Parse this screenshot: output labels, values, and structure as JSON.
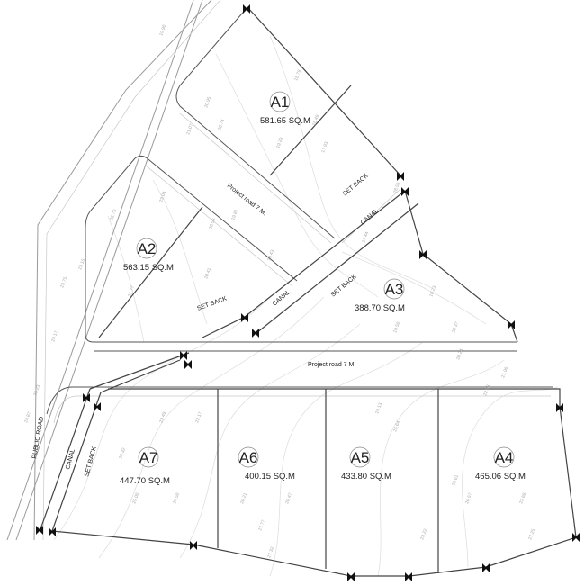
{
  "plots": [
    {
      "id": "A1",
      "area": "581.65 SQ.M"
    },
    {
      "id": "A2",
      "area": "563.15 SQ.M"
    },
    {
      "id": "A3",
      "area": "388.70 SQ.M"
    },
    {
      "id": "A4",
      "area": "465.06 SQ.M"
    },
    {
      "id": "A5",
      "area": "433.80 SQ.M"
    },
    {
      "id": "A6",
      "area": "400.15 SQ.M"
    },
    {
      "id": "A7",
      "area": "447.70 SQ.M"
    }
  ],
  "labels": {
    "public_road": "PUBLIC ROAD",
    "project_road_upper": "Project road 7 M.",
    "project_road_lower": "Project road 7 M.",
    "set_back": "SET BACK",
    "canal": "CANAL"
  },
  "elevations": [
    "19.90",
    "20.95",
    "21.07",
    "20.74",
    "18.79",
    "17.93",
    "18.49",
    "19.28",
    "23.04",
    "22.79",
    "20.53",
    "19.81",
    "19.43",
    "20.41",
    "21.77",
    "23.15",
    "23.75",
    "24.17",
    "24.87",
    "25.23",
    "22.17",
    "23.49",
    "24.32",
    "25.00",
    "24.50",
    "26.21",
    "27.77",
    "27.32",
    "26.47",
    "25.64",
    "24.13",
    "23.22",
    "25.61",
    "26.57",
    "25.68",
    "27.25",
    "28.58",
    "17.44",
    "18.23",
    "19.50",
    "20.24",
    "21.96",
    "20.37",
    "22.23"
  ]
}
